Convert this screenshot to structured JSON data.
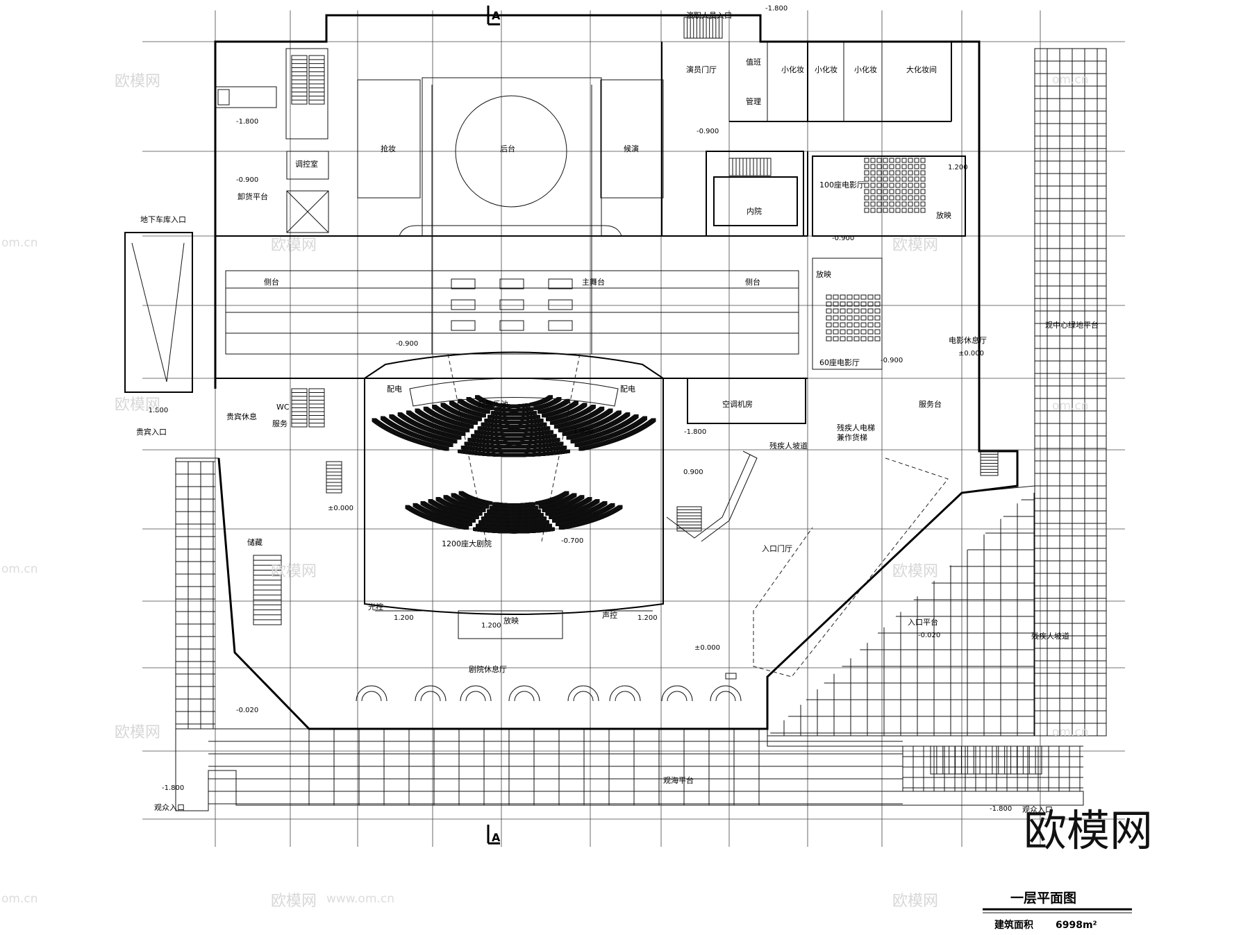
{
  "drawing": {
    "title": "一层平面图",
    "area_label": "建筑面积",
    "area_value": "6998m²",
    "section_mark": "A"
  },
  "rooms": {
    "performer_entry": "演职人员入口",
    "performer_lobby": "演员门厅",
    "duty": "值班",
    "management": "管理",
    "small_dressing": "小化妆",
    "large_dressing": "大化妆间",
    "quick_change": "抢妆",
    "backstage": "后台",
    "standby": "候演",
    "lighting_control_room": "调控室",
    "unloading": "卸货平台",
    "garage_entry": "地下车库入口",
    "side_stage": "侧台",
    "main_stage": "主舞台",
    "courtyard": "内院",
    "cinema_100": "100座电影厅",
    "projection": "放映",
    "cinema_60": "60座电影厅",
    "cinema_lounge": "电影休息厅",
    "service_desk": "服务台",
    "elec": "配电",
    "orchestra_pit": "升降乐池",
    "ahu": "空调机房",
    "accessible_lift": "残疾人电梯",
    "freight_lift": "兼作货梯",
    "accessible_ramp": "残疾人坡道",
    "vip_lounge": "贵宾休息",
    "wc": "WC",
    "service": "服务",
    "vip_entry": "贵宾入口",
    "storage": "储藏",
    "main_theatre": "1200座大剧院",
    "lighting_ctrl": "光控",
    "sound_ctrl": "声控",
    "entrance_hall": "入口门厅",
    "entrance_platform": "入口平台",
    "theatre_lounge": "剧院休息厅",
    "accessible_ramp_2": "残疾人坡道",
    "sea_view_platform": "观海平台",
    "audience_entry": "观众入口",
    "green_platform": "观中心绿地平台"
  },
  "levels": {
    "m1800": "-1.800",
    "m0900": "-0.900",
    "p0000": "±0.000",
    "p1200": "1.200",
    "m0700": "-0.700",
    "m0020": "-0.020",
    "p0900": "0.900"
  },
  "watermarks": {
    "brand": "欧模网",
    "domain": "www.om.cn",
    "short_domain": "om.cn"
  }
}
